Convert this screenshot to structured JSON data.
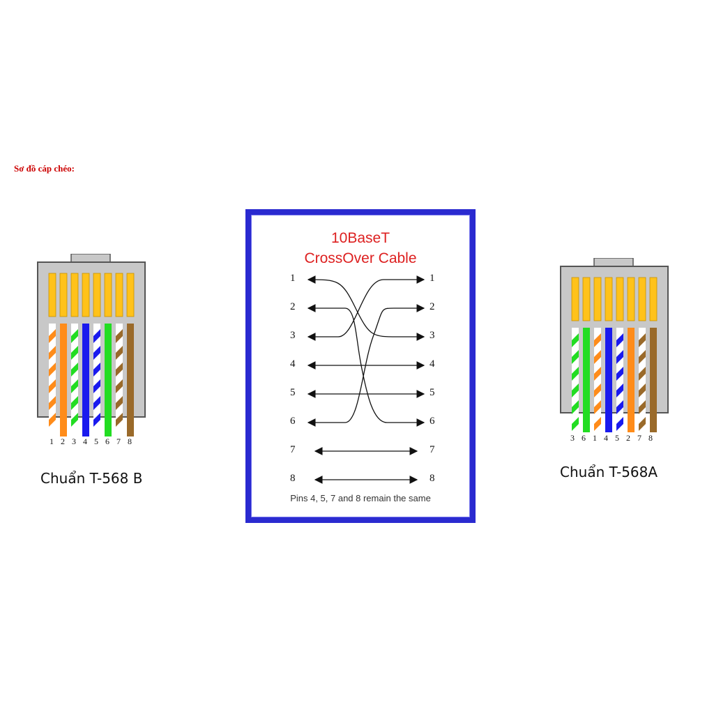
{
  "heading": "Sơ đồ cáp chéo:",
  "left_connector": {
    "pin_labels": [
      "1",
      "2",
      "3",
      "4",
      "5",
      "6",
      "7",
      "8"
    ],
    "standard_label": "Chuẩn T-568 B",
    "wires": [
      {
        "base": "#ff8c1a",
        "striped": true
      },
      {
        "base": "#ff8c1a",
        "striped": false
      },
      {
        "base": "#22dd22",
        "striped": true
      },
      {
        "base": "#1a1aee",
        "striped": false
      },
      {
        "base": "#1a1aee",
        "striped": true
      },
      {
        "base": "#22dd22",
        "striped": false
      },
      {
        "base": "#9a6a2a",
        "striped": true
      },
      {
        "base": "#9a6a2a",
        "striped": false
      }
    ]
  },
  "right_connector": {
    "pin_labels": [
      "3",
      "6",
      "1",
      "4",
      "5",
      "2",
      "7",
      "8"
    ],
    "standard_label": "Chuẩn T-568A",
    "wires": [
      {
        "base": "#22dd22",
        "striped": true
      },
      {
        "base": "#22dd22",
        "striped": false
      },
      {
        "base": "#ff8c1a",
        "striped": true
      },
      {
        "base": "#1a1aee",
        "striped": false
      },
      {
        "base": "#1a1aee",
        "striped": true
      },
      {
        "base": "#ff8c1a",
        "striped": false
      },
      {
        "base": "#9a6a2a",
        "striped": true
      },
      {
        "base": "#9a6a2a",
        "striped": false
      }
    ]
  },
  "crossover": {
    "title_line1": "10BaseT",
    "title_line2": "CrossOver Cable",
    "left_pins": [
      "1",
      "2",
      "3",
      "4",
      "5",
      "6",
      "7",
      "8"
    ],
    "right_pins": [
      "1",
      "2",
      "3",
      "4",
      "5",
      "6",
      "7",
      "8"
    ],
    "footnote": "Pins 4, 5, 7 and 8 remain the same",
    "border_color": "#2a2ad0",
    "title_color": "#dd2020"
  }
}
